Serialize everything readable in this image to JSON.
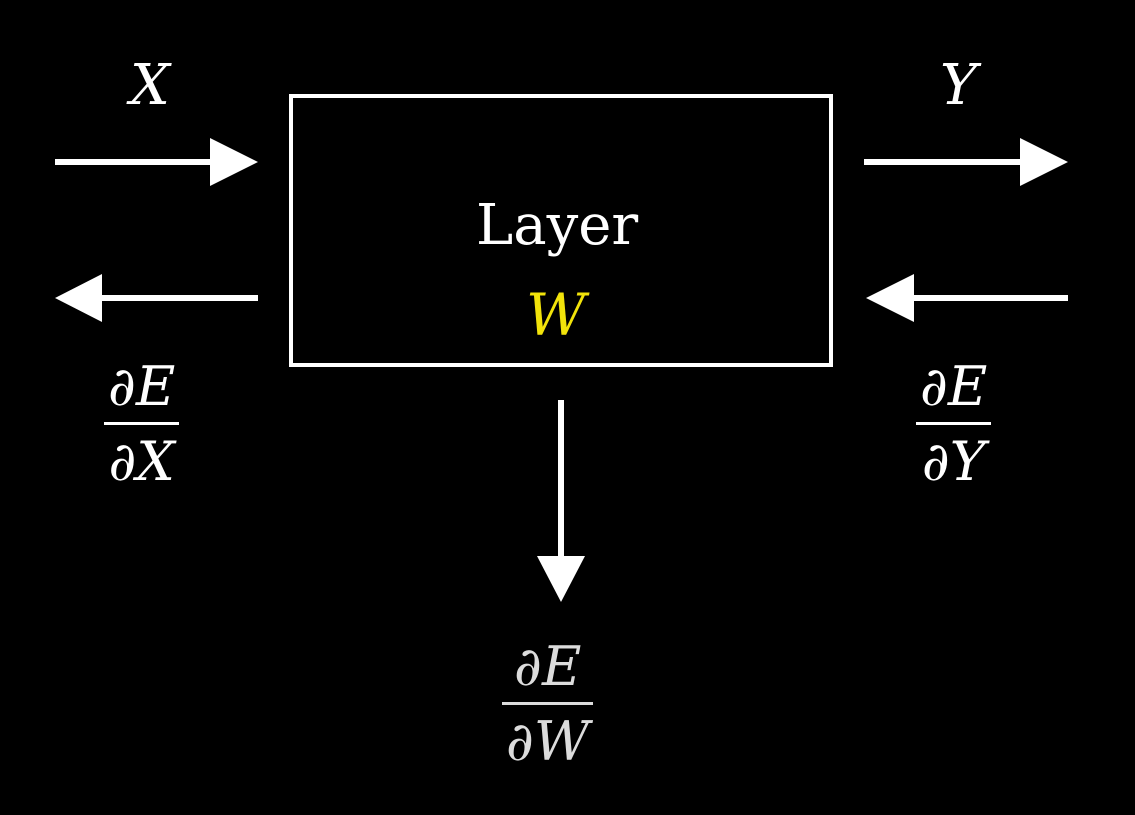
{
  "colors": {
    "background": "#000000",
    "foreground": "#ffffff",
    "weight_highlight": "#f2e30a",
    "gradient_w": "#dcdcdc"
  },
  "diagram": {
    "input_label": "X",
    "output_label": "Y",
    "layer": {
      "name": "Layer",
      "weight_symbol": "W"
    },
    "grad_input": {
      "numerator": "∂E",
      "denominator": "∂X"
    },
    "grad_output": {
      "numerator": "∂E",
      "denominator": "∂Y"
    },
    "grad_weight": {
      "numerator": "∂E",
      "denominator": "∂W"
    }
  }
}
